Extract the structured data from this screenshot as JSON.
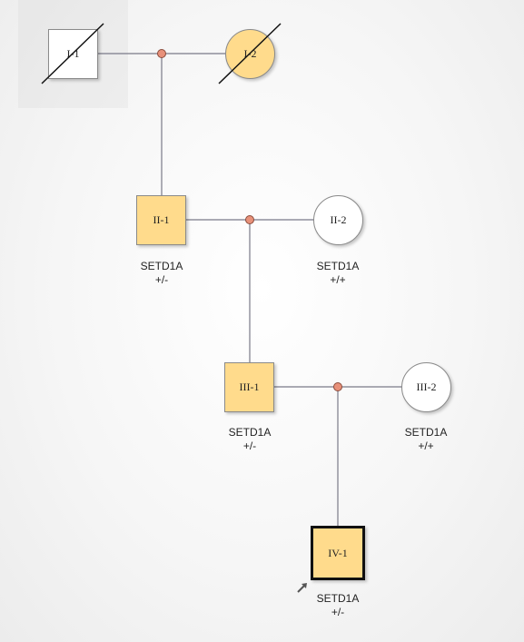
{
  "pedigree": {
    "individuals": [
      {
        "id": "I-1",
        "sex": "male",
        "affected": false,
        "deceased": true,
        "genotype": null
      },
      {
        "id": "I-2",
        "sex": "female",
        "affected": true,
        "deceased": true,
        "genotype": null
      },
      {
        "id": "II-1",
        "sex": "male",
        "affected": true,
        "deceased": false,
        "gene": "SETD1A",
        "zygosity": "+/-"
      },
      {
        "id": "II-2",
        "sex": "female",
        "affected": false,
        "deceased": false,
        "gene": "SETD1A",
        "zygosity": "+/+"
      },
      {
        "id": "III-1",
        "sex": "male",
        "affected": true,
        "deceased": false,
        "gene": "SETD1A",
        "zygosity": "+/-"
      },
      {
        "id": "III-2",
        "sex": "female",
        "affected": false,
        "deceased": false,
        "gene": "SETD1A",
        "zygosity": "+/+"
      },
      {
        "id": "IV-1",
        "sex": "male",
        "affected": true,
        "deceased": false,
        "proband": true,
        "gene": "SETD1A",
        "zygosity": "+/-"
      }
    ],
    "matings": [
      {
        "partners": [
          "I-1",
          "I-2"
        ],
        "children": [
          "II-1"
        ]
      },
      {
        "partners": [
          "II-1",
          "II-2"
        ],
        "children": [
          "III-1"
        ]
      },
      {
        "partners": [
          "III-1",
          "III-2"
        ],
        "children": [
          "IV-1"
        ]
      }
    ]
  },
  "colors": {
    "affected": "#ffdb8c",
    "unaffected": "#ffffff",
    "line": "#7a7a88",
    "mating_dot": "#e8917a"
  }
}
